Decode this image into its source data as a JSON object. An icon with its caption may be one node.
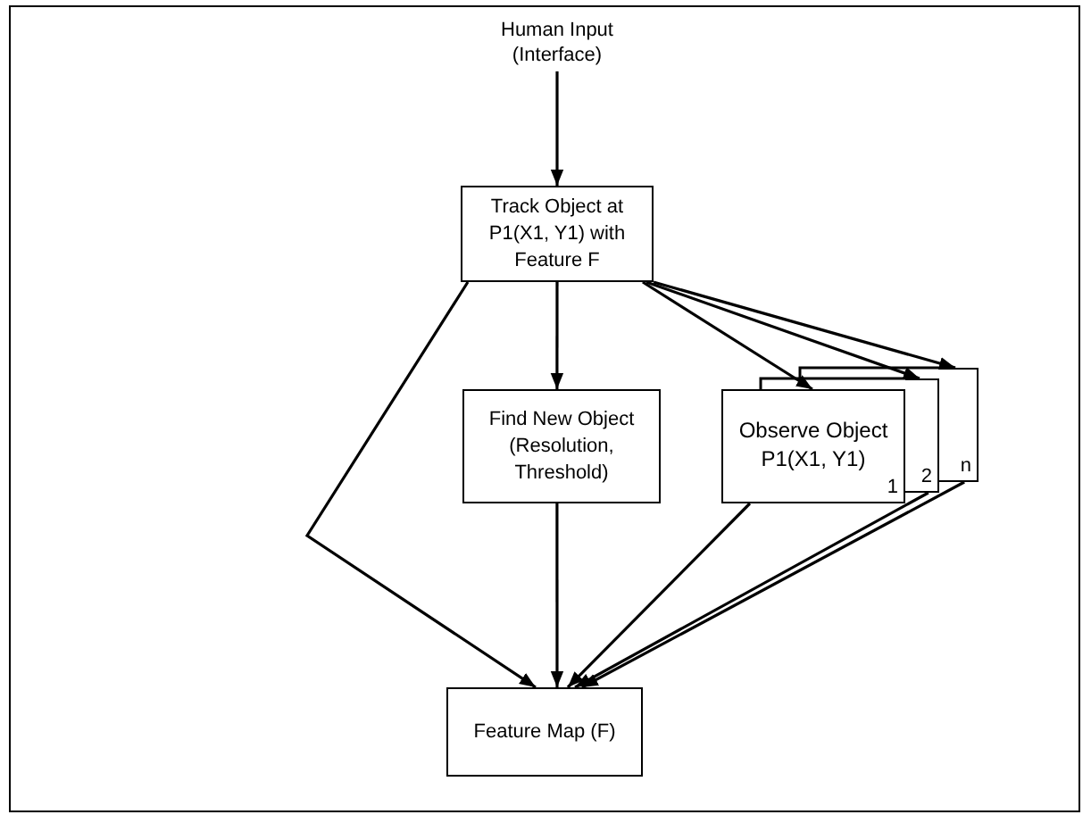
{
  "diagram": {
    "nodes": [
      {
        "text": [
          "Human Input (Interface)"
        ]
      },
      {
        "text": [
          "Track Object at P1(X1, Y1) with Feature F"
        ]
      },
      {
        "text": [
          "Find New Object (Resolution, Threshold)"
        ]
      },
      {
        "text": [
          "n"
        ]
      },
      {
        "text": [
          "2"
        ]
      },
      {
        "text": [
          "Observe Object P1(X1, Y1)",
          "1"
        ]
      },
      {
        "text": [
          "Feature Map (F)"
        ]
      }
    ],
    "edges": [
      {
        "from": 0,
        "to": 1,
        "arrow": "to"
      },
      {
        "from": 1,
        "to": 2,
        "arrow": "to"
      },
      {
        "from": 1,
        "to": 6,
        "arrow": "to"
      },
      {
        "from": 1,
        "to": 5,
        "arrow": "to"
      },
      {
        "from": 1,
        "to": 4,
        "arrow": "to"
      },
      {
        "from": 1,
        "to": 3,
        "arrow": "to"
      },
      {
        "from": 2,
        "to": 6,
        "arrow": "to"
      },
      {
        "from": 5,
        "to": 6,
        "arrow": "to"
      },
      {
        "from": 4,
        "to": 6,
        "arrow": "to"
      },
      {
        "from": 3,
        "to": 6,
        "arrow": "to"
      }
    ]
  }
}
